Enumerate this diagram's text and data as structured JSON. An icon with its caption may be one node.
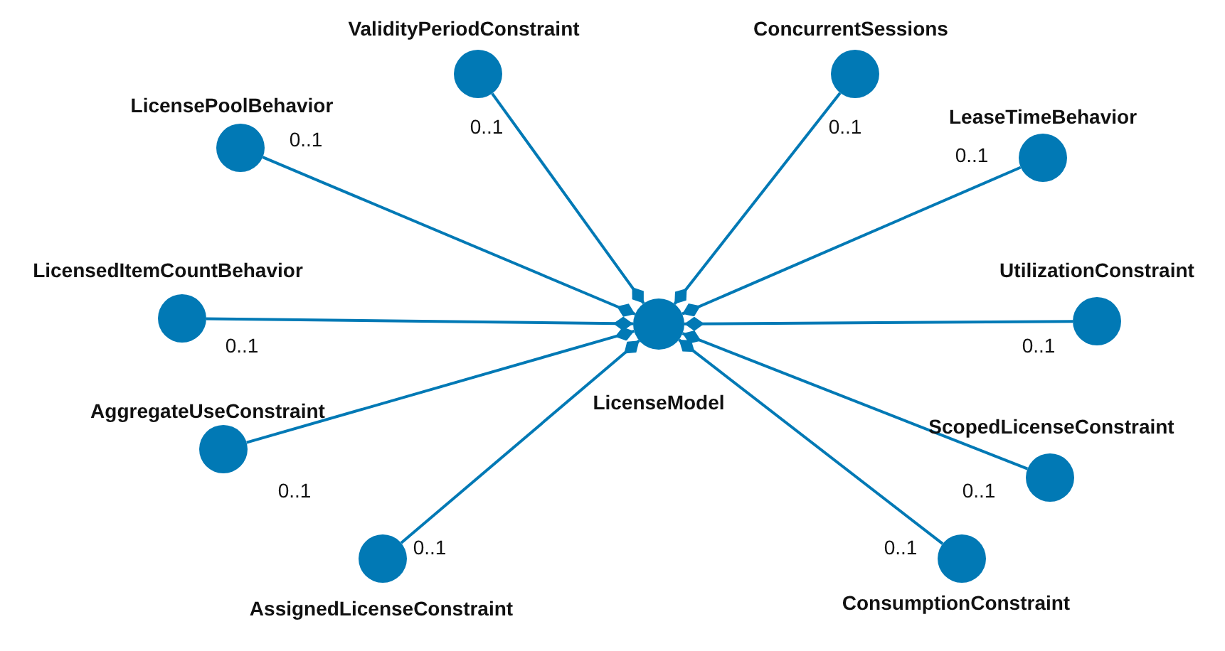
{
  "diagram": {
    "nodes": [
      {
        "text": [
          "LicenseModel"
        ]
      },
      {
        "text": [
          "LicensePoolBehavior"
        ]
      },
      {
        "text": [
          "ValidityPeriodConstraint"
        ]
      },
      {
        "text": [
          "ConcurrentSessions"
        ]
      },
      {
        "text": [
          "LeaseTimeBehavior"
        ]
      },
      {
        "text": [
          "LicensedItemCountBehavior"
        ]
      },
      {
        "text": [
          "UtilizationConstraint"
        ]
      },
      {
        "text": [
          "AggregateUseConstraint"
        ]
      },
      {
        "text": [
          "ScopedLicenseConstraint"
        ]
      },
      {
        "text": [
          "AssignedLicenseConstraint"
        ]
      },
      {
        "text": [
          "ConsumptionConstraint"
        ]
      }
    ],
    "edges": [
      {
        "from": 1,
        "to": 0,
        "arrow": "other",
        "label": "0..1"
      },
      {
        "from": 2,
        "to": 0,
        "arrow": "other",
        "label": "0..1"
      },
      {
        "from": 3,
        "to": 0,
        "arrow": "other",
        "label": "0..1"
      },
      {
        "from": 4,
        "to": 0,
        "arrow": "other",
        "label": "0..1"
      },
      {
        "from": 5,
        "to": 0,
        "arrow": "other",
        "label": "0..1"
      },
      {
        "from": 6,
        "to": 0,
        "arrow": "other",
        "label": "0..1"
      },
      {
        "from": 7,
        "to": 0,
        "arrow": "other",
        "label": "0..1"
      },
      {
        "from": 8,
        "to": 0,
        "arrow": "other",
        "label": "0..1"
      },
      {
        "from": 9,
        "to": 0,
        "arrow": "other",
        "label": "0..1"
      },
      {
        "from": 10,
        "to": 0,
        "arrow": "other",
        "label": "0..1"
      }
    ]
  }
}
